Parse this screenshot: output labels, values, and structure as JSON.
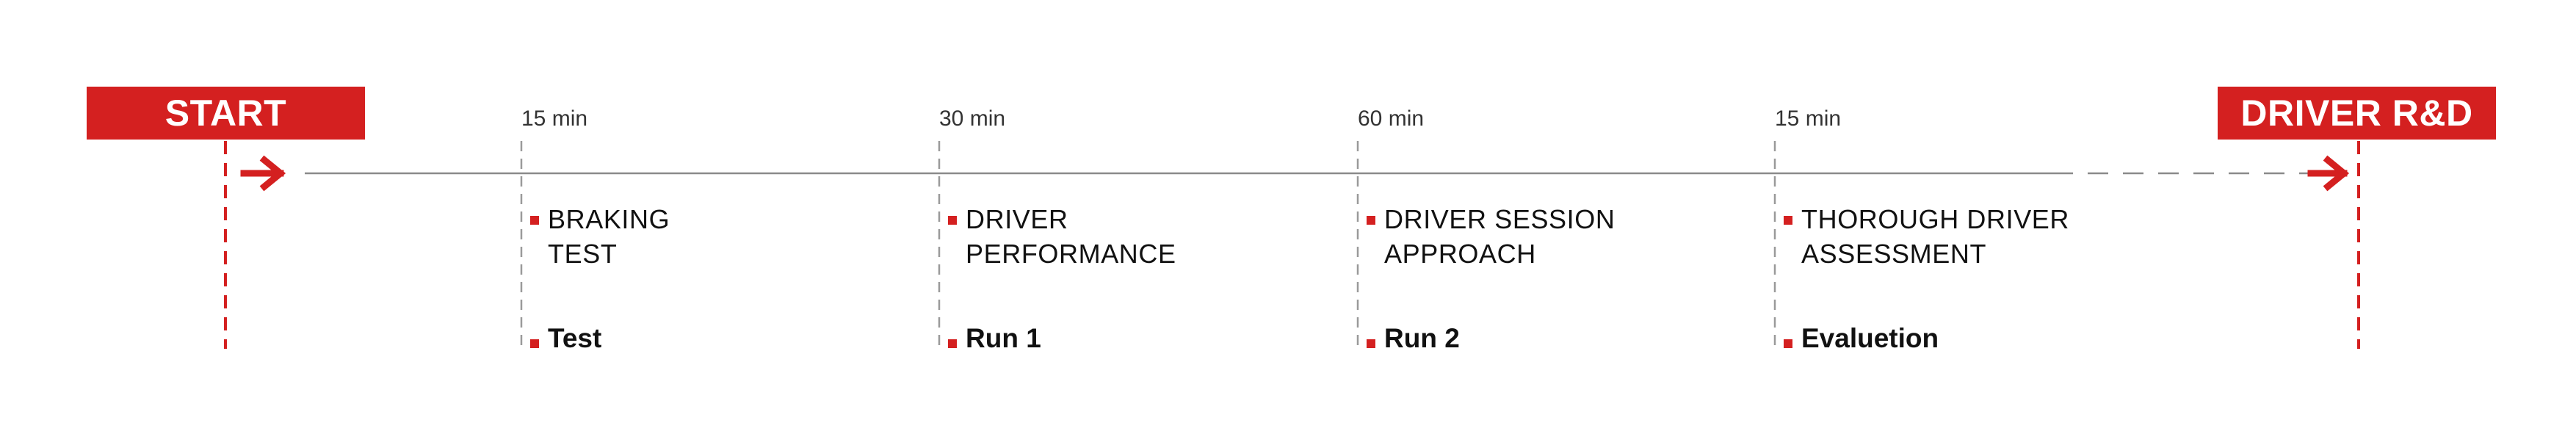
{
  "colors": {
    "accent": "#d42020",
    "timeline": "#8a8a8a",
    "text": "#111111"
  },
  "start": {
    "label": "START"
  },
  "end": {
    "label": "DRIVER R&D"
  },
  "stages": [
    {
      "duration": "15 min",
      "title_lines": [
        "BRAKING",
        "TEST"
      ],
      "label": "Test"
    },
    {
      "duration": "30 min",
      "title_lines": [
        "DRIVER",
        "PERFORMANCE"
      ],
      "label": "Run 1"
    },
    {
      "duration": "60 min",
      "title_lines": [
        "DRIVER SESSION",
        "APPROACH"
      ],
      "label": "Run 2"
    },
    {
      "duration": "15 min",
      "title_lines": [
        "THOROUGH DRIVER",
        "ASSESSMENT"
      ],
      "label": "Evaluetion"
    }
  ]
}
